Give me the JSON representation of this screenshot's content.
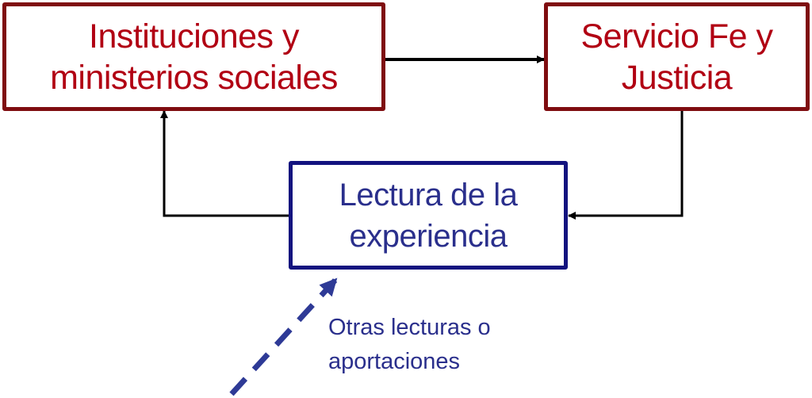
{
  "diagram": {
    "nodes": [
      {
        "id": "instituciones",
        "label_line1": "Instituciones y",
        "label_line2": "ministerios sociales",
        "border_color": "#7f0d10",
        "text_color": "#b10013"
      },
      {
        "id": "servicio",
        "label_line1": "Servicio Fe y",
        "label_line2": "Justicia",
        "border_color": "#7f0d10",
        "text_color": "#b10013"
      },
      {
        "id": "lectura",
        "label_line1": "Lectura de la",
        "label_line2": "experiencia",
        "border_color": "#13137f",
        "text_color": "#2a2f8c"
      }
    ],
    "edges": [
      {
        "from": "instituciones",
        "to": "servicio",
        "style": "solid",
        "color": "#000000"
      },
      {
        "from": "servicio",
        "to": "lectura",
        "style": "solid",
        "color": "#000000"
      },
      {
        "from": "lectura",
        "to": "instituciones",
        "style": "solid",
        "color": "#000000"
      },
      {
        "from": "external",
        "to": "lectura",
        "style": "dashed",
        "color": "#2e3a96"
      }
    ],
    "annotation": {
      "line1": "Otras lecturas o",
      "line2": "aportaciones"
    }
  }
}
